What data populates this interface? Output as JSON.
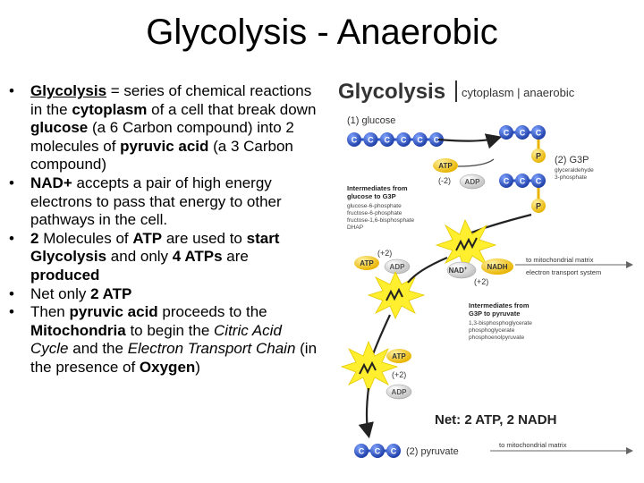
{
  "slide": {
    "title": "Glycolysis - Anaerobic"
  },
  "bullets": [
    [
      {
        "t": "Glycolysis",
        "s": "b u"
      },
      {
        "t": " = series of chemical reactions in the "
      },
      {
        "t": "cytoplasm",
        "s": "b"
      },
      {
        "t": " of a cell that break down "
      },
      {
        "t": "glucose",
        "s": "b"
      },
      {
        "t": " (a 6 Carbon compound) into 2 molecules of "
      },
      {
        "t": "pyruvic acid",
        "s": "b"
      },
      {
        "t": " (a 3 Carbon compound)"
      }
    ],
    [
      {
        "t": "NAD+",
        "s": "b"
      },
      {
        "t": " accepts a pair of high energy electrons to pass that energy to other pathways in the cell."
      }
    ],
    [
      {
        "t": "2",
        "s": "b"
      },
      {
        "t": " Molecules of "
      },
      {
        "t": "ATP",
        "s": "b"
      },
      {
        "t": " are used to "
      },
      {
        "t": "start Glycolysis",
        "s": "b"
      },
      {
        "t": " and only "
      },
      {
        "t": "4 ATPs",
        "s": "b"
      },
      {
        "t": " are "
      },
      {
        "t": "produced",
        "s": "b"
      }
    ],
    [
      {
        "t": "Net only "
      },
      {
        "t": "2 ATP",
        "s": "b"
      }
    ],
    [
      {
        "t": "Then "
      },
      {
        "t": "pyruvic acid",
        "s": "b"
      },
      {
        "t": " proceeds to the "
      },
      {
        "t": "Mitochondria",
        "s": "b"
      },
      {
        "t": " to begin the "
      },
      {
        "t": "Citric Acid Cycle",
        "s": "i"
      },
      {
        "t": " and the "
      },
      {
        "t": "Electron Transport Chain",
        "s": "i"
      },
      {
        "t": " (in the presence of "
      },
      {
        "t": "Oxygen",
        "s": "b"
      },
      {
        "t": ")"
      }
    ]
  ],
  "diagram": {
    "title": "Glycolysis",
    "subtitle": "cytoplasm | anaerobic",
    "glucose_label": "(1) glucose",
    "carbon": "C",
    "phosphate": "P",
    "g3p_label": "(2) G3P",
    "g3p_name_1": "glyceraldehyde",
    "g3p_name_2": "3-phosphate",
    "atp": "ATP",
    "adp": "ADP",
    "minus2": "(-2)",
    "plus2": "(+2)",
    "nad": "NAD",
    "nad_sup": "+",
    "nadh": "NADH",
    "inter1_title_1": "Intermediates from",
    "inter1_title_2": "glucose to G3P",
    "inter1_items": [
      "glucose-6-phosphate",
      "fructose-6-phosphate",
      "fructose-1,6-bisphosphate",
      "DHAP"
    ],
    "inter2_title_1": "Intermediates from",
    "inter2_title_2": "G3P to pyruvate",
    "inter2_items": [
      "1,3-bisphosphoglycerate",
      "phosphoglycerate",
      "phosphoenolpyruvate"
    ],
    "to_matrix_1": "to mitochondrial matrix",
    "ets": "electron transport system",
    "net": "Net: 2 ATP, 2 NADH",
    "pyruvate_label": "(2) pyruvate",
    "to_matrix_2": "to mitochondrial matrix",
    "colors": {
      "carbon": "#2f57c9",
      "phosphate": "#f2c21b",
      "burst": "#ffef2e",
      "adp": "#d8d8d8"
    }
  }
}
